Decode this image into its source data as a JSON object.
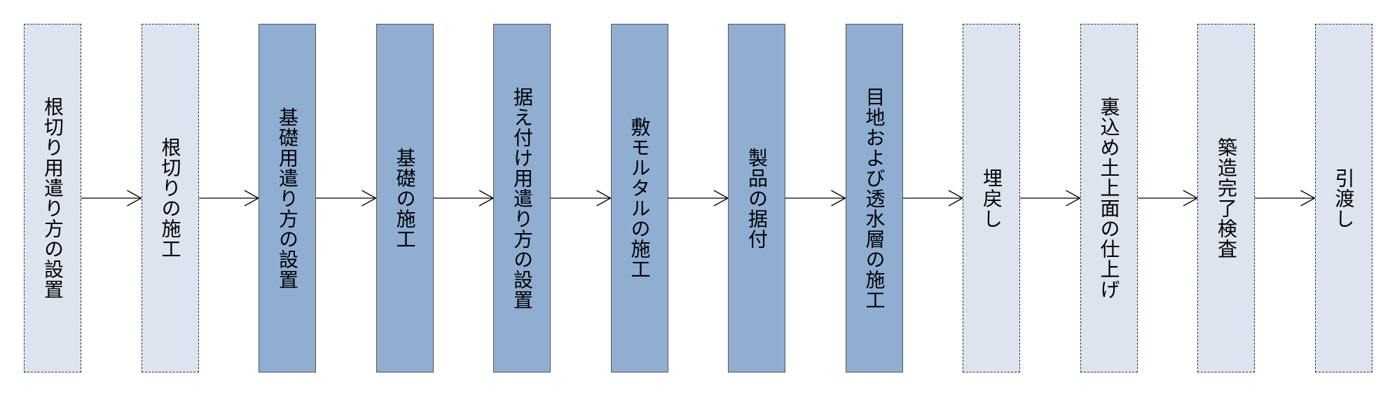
{
  "colors": {
    "planned": "#dbe4ef",
    "main": "#8faed2"
  },
  "steps": [
    {
      "label": "根切り用遣り方の設置",
      "style": "light"
    },
    {
      "label": "根切りの施工",
      "style": "light"
    },
    {
      "label": "基礎用遣り方の設置",
      "style": "dark"
    },
    {
      "label": "基礎の施工",
      "style": "dark"
    },
    {
      "label": "据え付け用遣り方の設置",
      "style": "dark"
    },
    {
      "label": "敷モルタルの施工",
      "style": "dark"
    },
    {
      "label": "製品の据付",
      "style": "dark"
    },
    {
      "label": "目地および透水層の施工",
      "style": "dark"
    },
    {
      "label": "埋戻し",
      "style": "light"
    },
    {
      "label": "裏込め土上面の仕上げ",
      "style": "light"
    },
    {
      "label": "築造完了検査",
      "style": "light"
    },
    {
      "label": "引渡し",
      "style": "light"
    }
  ]
}
